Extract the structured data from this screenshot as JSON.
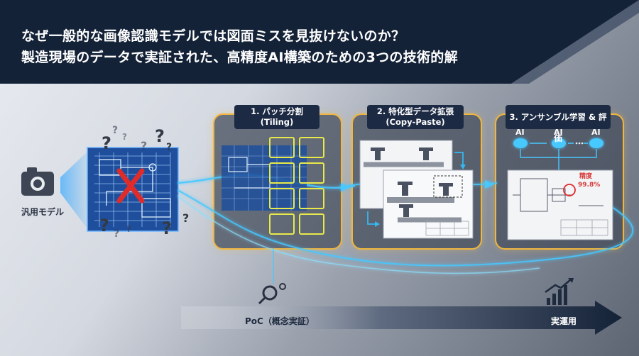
{
  "header": {
    "title_line1": "なぜ一般的な画像認識モデルでは図面ミスを見抜けないのか？",
    "title_line2": "製造現場のデータで実証された、高精度AI構築のための3つの技術的解"
  },
  "generic_model": {
    "label": "汎用モデル",
    "icon": "camera-icon"
  },
  "stages": [
    {
      "label_line1": "1. パッチ分割",
      "label_line2": "(Tiling)"
    },
    {
      "label_line1": "2. 特化型データ拡張",
      "label_line2": "(Copy-Paste)"
    },
    {
      "label_line1": "3. アンサンブル学習 & 評価",
      "ai_labels": [
        "AI",
        "AI",
        "AI"
      ],
      "accuracy_label": "精度",
      "accuracy_value": "99.8%"
    }
  ],
  "timeline": {
    "start_label": "PoC（概念実証）",
    "end_label": "実運用"
  },
  "colors": {
    "header_bg": "#142238",
    "accent": "#f0b63f",
    "glow": "#47c8ff",
    "tile": "#e8e94a",
    "error_red": "#e02b2b"
  }
}
